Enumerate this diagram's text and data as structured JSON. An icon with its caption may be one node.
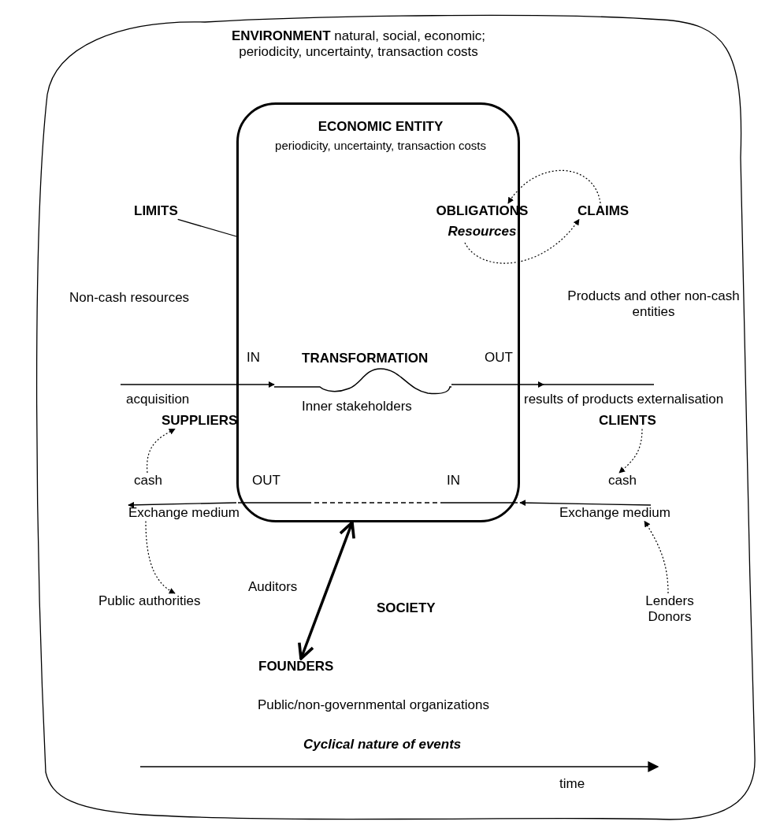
{
  "diagram": {
    "nodes": [
      {
        "text": [
          "**ENVIRONMENT** natural, social, economic; periodicity, uncertainty, transaction costs"
        ]
      },
      {
        "text": [
          "ECONOMIC ENTITY",
          "periodicity, uncertainty, transaction costs"
        ],
        "in": 0
      },
      {
        "text": [
          "LIMITS"
        ],
        "in": 0
      },
      {
        "text": [
          "OBLIGATIONS",
          "Resources"
        ],
        "in": 0
      },
      {
        "text": [
          "CLAIMS"
        ],
        "in": 0
      },
      {
        "text": [
          "TRANSFORMATION",
          "Inner stakeholders"
        ],
        "in": 1
      },
      {
        "text": [
          "SUPPLIERS"
        ],
        "in": 0
      },
      {
        "text": [
          "cash"
        ],
        "in": 0
      },
      {
        "text": [
          "Exchange medium"
        ],
        "in": 0
      },
      {
        "text": [
          "Public authorities"
        ],
        "in": 0
      },
      {
        "text": [
          "CLIENTS"
        ],
        "in": 0
      },
      {
        "text": [
          "cash"
        ],
        "in": 0
      },
      {
        "text": [
          "Exchange medium"
        ],
        "in": 0
      },
      {
        "text": [
          "Lenders Donors"
        ],
        "in": 0
      },
      {
        "text": [
          "FOUNDERS"
        ],
        "in": 0
      }
    ],
    "edges": [
      {
        "from": 4,
        "to": 3,
        "arrow": "to",
        "style": "dashed"
      },
      {
        "from": 3,
        "to": 4,
        "arrow": "to",
        "style": "dashed"
      },
      {
        "from": 2,
        "to": 1,
        "arrow": "none"
      },
      {
        "from": null,
        "to": 5,
        "arrow": "to",
        "label": "acquisition"
      },
      {
        "from": 5,
        "to": null,
        "arrow": "to",
        "label": "results of products externalisation"
      },
      {
        "from": 12,
        "to": 1,
        "arrow": "to"
      },
      {
        "from": 1,
        "to": 8,
        "arrow": "to"
      },
      {
        "from": 7,
        "to": 6,
        "arrow": "to",
        "style": "dashed"
      },
      {
        "from": 10,
        "to": 11,
        "arrow": "to",
        "style": "dashed"
      },
      {
        "from": 8,
        "to": 9,
        "arrow": "to",
        "style": "dashed"
      },
      {
        "from": 13,
        "to": 12,
        "arrow": "to",
        "style": "dashed"
      },
      {
        "from": 1,
        "to": 14,
        "arrow": "both",
        "style": "thick"
      }
    ],
    "labels": [
      "Non-cash resources",
      "Products and other non-cash entities",
      "IN",
      "OUT",
      "OUT",
      "IN",
      "Auditors",
      "SOCIETY",
      "Public/non-governmental organizations",
      "Cyclical nature of events",
      "time"
    ]
  }
}
